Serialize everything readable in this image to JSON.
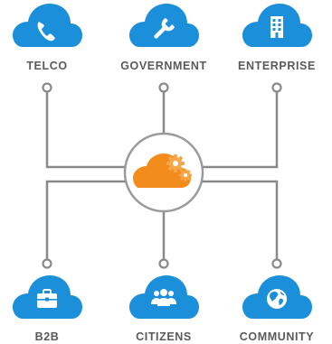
{
  "colors": {
    "cloud": "#1b8fd9",
    "line": "#8a8a8a",
    "label": "#5a5a5a",
    "hub_ring": "#9a9a9a",
    "hub_orange": "#f28c1c",
    "hub_orange_light": "#f7a64a"
  },
  "hub": {
    "icon": "cloud-gears-icon"
  },
  "sectors": {
    "telco": {
      "label": "TELCO",
      "icon": "phone-icon"
    },
    "government": {
      "label": "GOVERNMENT",
      "icon": "wrench-icon"
    },
    "enterprise": {
      "label": "ENTERPRISE",
      "icon": "building-icon"
    },
    "b2b": {
      "label": "B2B",
      "icon": "briefcase-icon"
    },
    "citizens": {
      "label": "CITIZENS",
      "icon": "people-icon"
    },
    "community": {
      "label": "COMMUNITY",
      "icon": "globe-icon"
    }
  }
}
